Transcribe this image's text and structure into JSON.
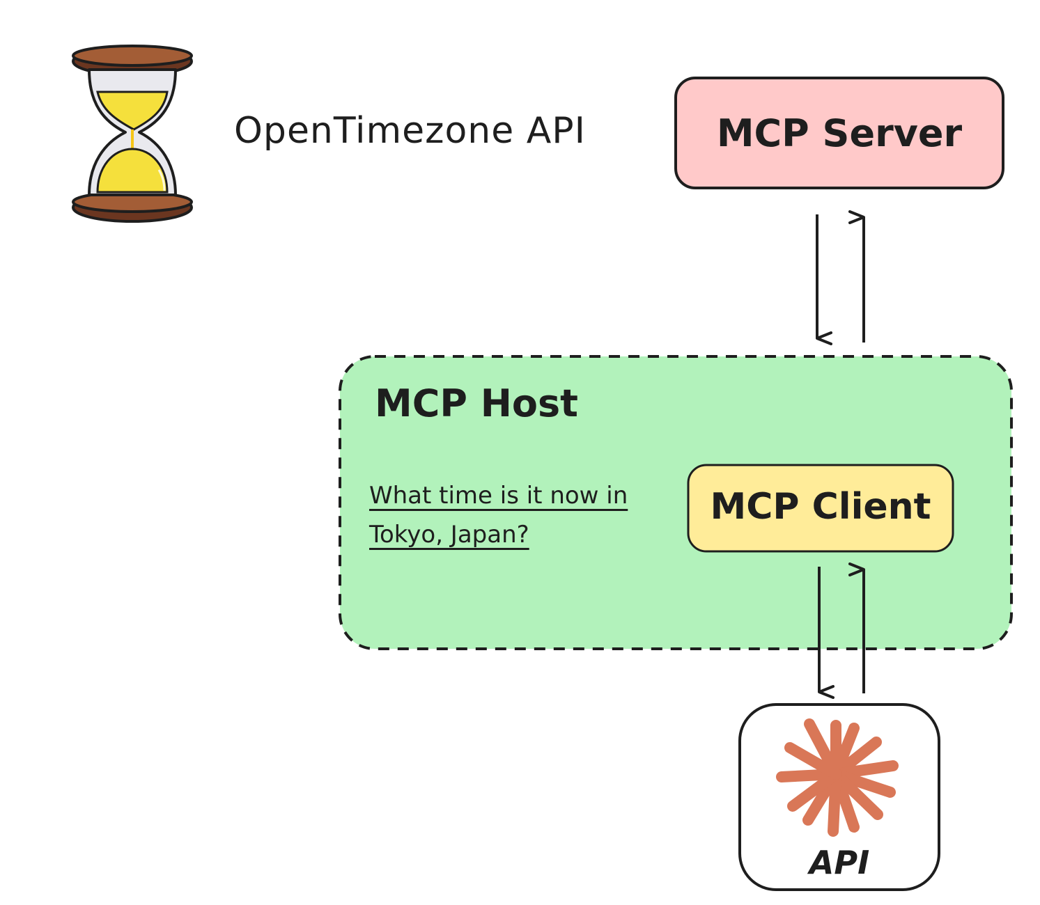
{
  "diagram": {
    "title": "OpenTimezone API",
    "server_label": "MCP Server",
    "host_label": "MCP Host",
    "client_label": "MCP Client",
    "question": "What time is it now in Tokyo, Japan?",
    "api_label": "API"
  },
  "colors": {
    "server_fill": "#ffc9c9",
    "host_fill": "#b2f2bb",
    "client_fill": "#ffec99",
    "api_burst": "#d97757",
    "stroke": "#1e1e1e",
    "sand": "#f5e03c",
    "wood": "#8b4a2b"
  },
  "icons": [
    "hourglass-icon",
    "starburst-icon"
  ]
}
